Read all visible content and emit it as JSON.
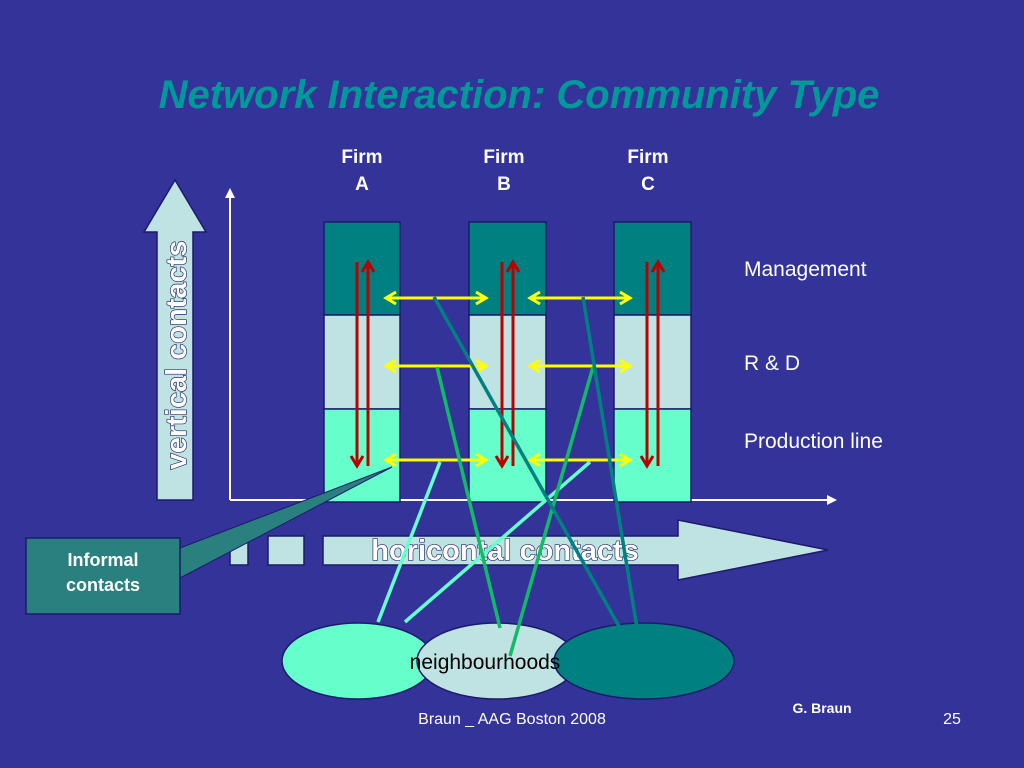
{
  "slide": {
    "title": "Network Interaction: Community Type",
    "firms": [
      {
        "line1": "Firm",
        "line2": "A"
      },
      {
        "line1": "Firm",
        "line2": "B"
      },
      {
        "line1": "Firm",
        "line2": "C"
      }
    ],
    "levels": [
      "Management",
      "R & D",
      "Production line"
    ],
    "vertical_label": "vertical contacts",
    "horizontal_label": "horicontal contacts",
    "informal_label": {
      "line1": "Informal",
      "line2": "contacts"
    },
    "neighbourhoods_label": "neighbourhoods",
    "author": "G. Braun",
    "footer": "Braun _ AAG Boston 2008",
    "page_number": "25",
    "colors": {
      "background": "#333399",
      "title": "#009999",
      "management": "#008080",
      "rnd": "#bfe3e3",
      "production": "#66ffcc",
      "vertical_arrow": "#bb0000",
      "horizontal_arrow": "#ffff00"
    }
  }
}
